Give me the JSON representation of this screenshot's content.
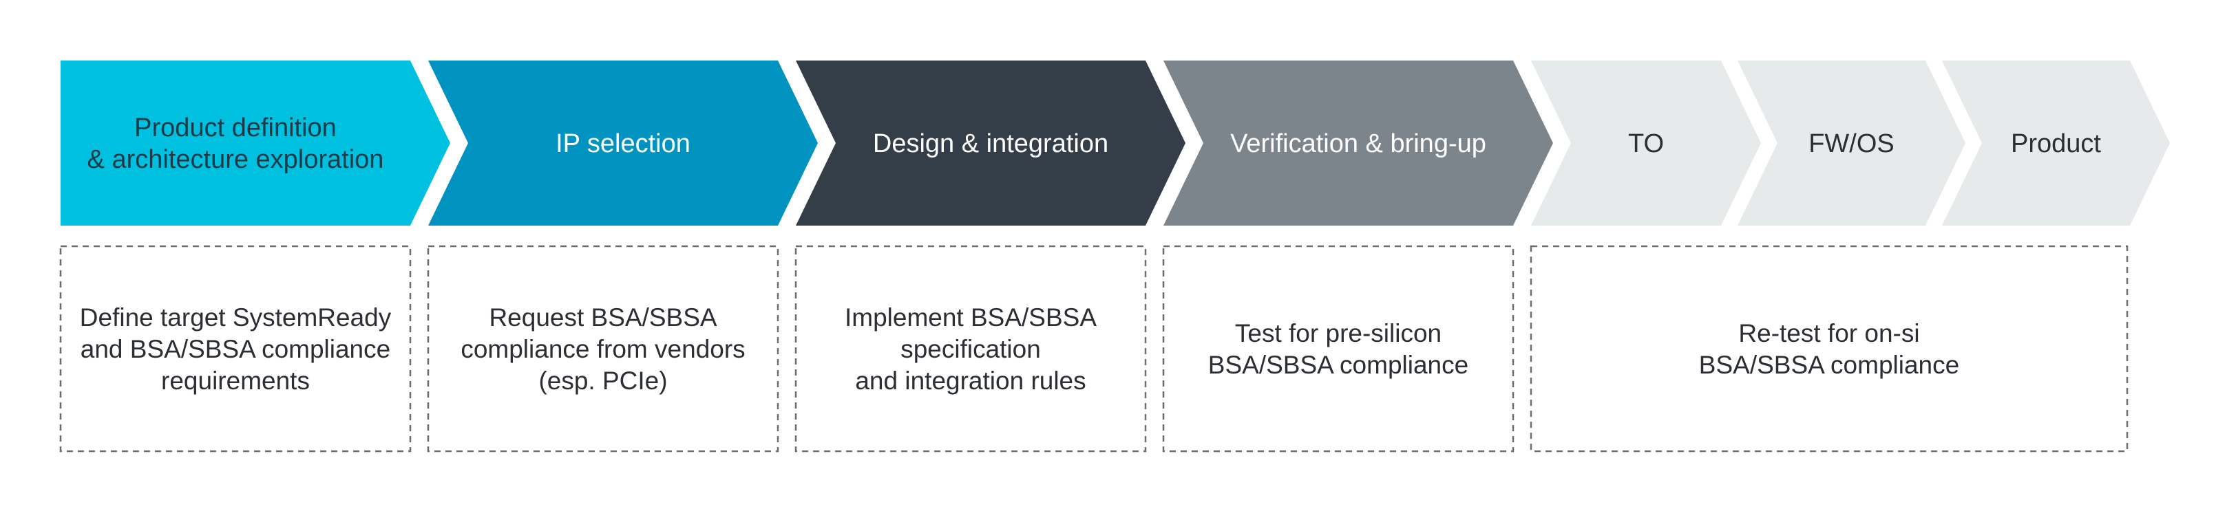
{
  "stages": [
    {
      "id": "product-definition",
      "lines": [
        "Product definition",
        "& architecture exploration"
      ],
      "fill": "#00c0e0",
      "text_color": "#1e3a46"
    },
    {
      "id": "ip-selection",
      "lines": [
        "IP selection"
      ],
      "fill": "#0093bf",
      "text_color": "#ffffff"
    },
    {
      "id": "design-integration",
      "lines": [
        "Design & integration"
      ],
      "fill": "#343e48",
      "text_color": "#ffffff"
    },
    {
      "id": "verification-bringup",
      "lines": [
        "Verification & bring-up"
      ],
      "fill": "#7d858c",
      "text_color": "#ffffff"
    },
    {
      "id": "to",
      "lines": [
        "TO"
      ],
      "fill": "#e6eaea",
      "text_color": "#2b2f33"
    },
    {
      "id": "fw-os",
      "lines": [
        "FW/OS"
      ],
      "fill": "#e6eaea",
      "text_color": "#2b2f33"
    },
    {
      "id": "product",
      "lines": [
        "Product"
      ],
      "fill": "#e6eaea",
      "text_color": "#2b2f33"
    }
  ],
  "descriptions": [
    {
      "id": "define-target",
      "lines": [
        "Define target SystemReady",
        "and BSA/SBSA compliance",
        "requirements"
      ]
    },
    {
      "id": "request-compliance",
      "lines": [
        "Request BSA/SBSA",
        "compliance from vendors",
        "(esp. PCIe)"
      ]
    },
    {
      "id": "implement-spec",
      "lines": [
        "Implement BSA/SBSA",
        "specification",
        "and integration rules"
      ]
    },
    {
      "id": "test-presilicon",
      "lines": [
        "Test for pre-silicon",
        "BSA/SBSA compliance"
      ]
    },
    {
      "id": "retest-onsi",
      "lines": [
        "Re-test for on-si",
        "BSA/SBSA compliance"
      ]
    }
  ],
  "colors": {
    "dashed_border": "#6b6f73"
  }
}
